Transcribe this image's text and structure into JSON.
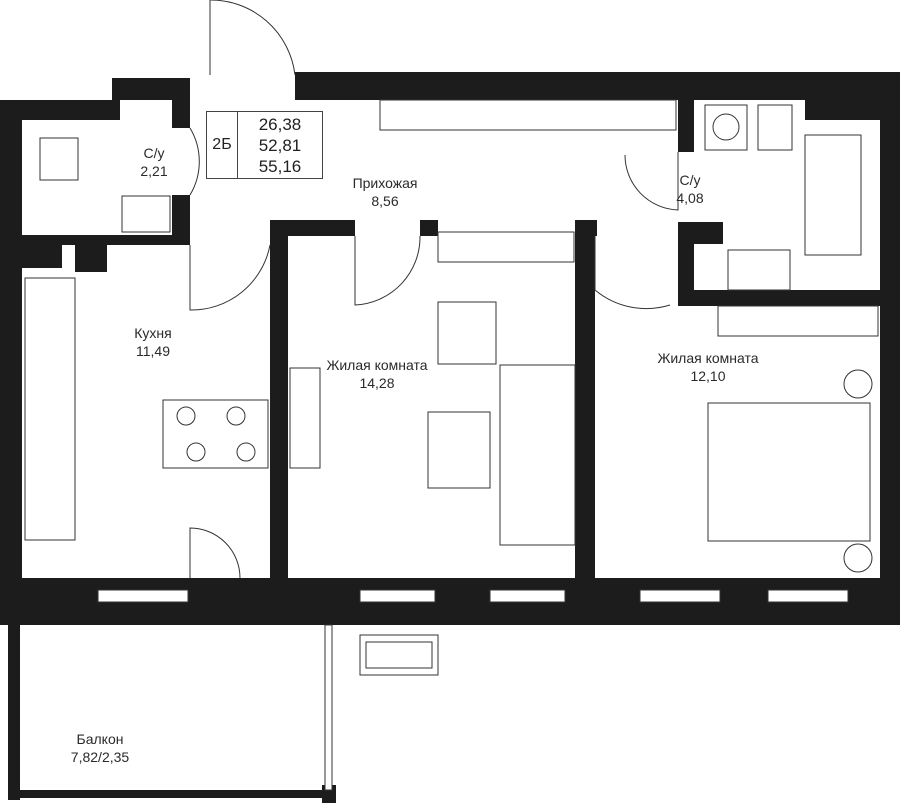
{
  "apartment": {
    "type": "2Б",
    "areas": [
      "26,38",
      "52,81",
      "55,16"
    ]
  },
  "rooms": [
    {
      "name": "С/у",
      "area": "2,21"
    },
    {
      "name": "Прихожая",
      "area": "8,56"
    },
    {
      "name": "С/у",
      "area": "4,08"
    },
    {
      "name": "Кухня",
      "area": "11,49"
    },
    {
      "name": "Жилая комната",
      "area": "14,28"
    },
    {
      "name": "Жилая комната",
      "area": "12,10"
    },
    {
      "name": "Балкон",
      "area": "7,82/2,35"
    }
  ],
  "colors": {
    "wall": "#1c1c1c",
    "line": "#333333"
  }
}
